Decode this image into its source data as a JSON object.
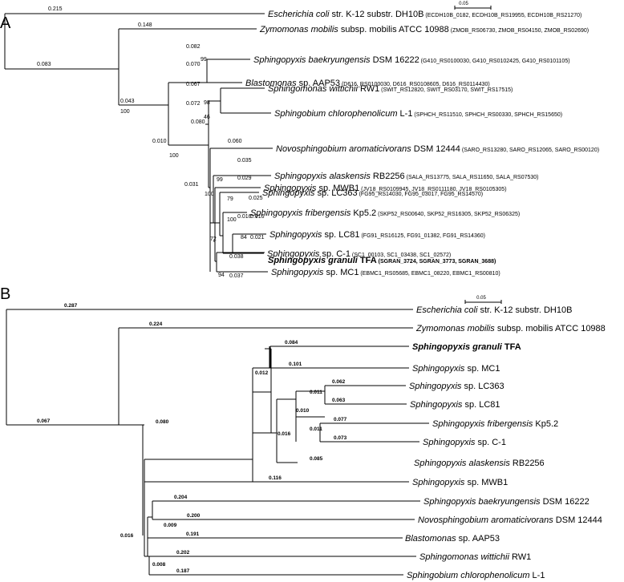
{
  "panels": {
    "a": {
      "letter": "A",
      "scale_label": "0.05",
      "taxa": {
        "ecoli": {
          "genus": "Escherichia coli",
          "strain": " str. K-12 substr. DH10B",
          "ids": " (ECDH10B_0182, ECDH10B_RS19955, ECDH10B_RS21270)"
        },
        "zmob": {
          "genus": "Zymomonas mobilis",
          "strain": " subsp. mobilis ATCC 10988",
          "ids": " (ZMOB_RS06730, ZMOB_RS04150, ZMOB_RS02690)"
        },
        "sbaek": {
          "genus": "Sphingopyxis baekryungensis",
          "strain": " DSM 16222",
          "ids": " (G410_RS0100030, G410_RS0102425, G410_RS0101105)"
        },
        "blast": {
          "genus": "Blastomonas",
          "strain": " sp. AAP53",
          "ids": " (D616_RS0100030, D616_RS0108605, D616_RS0114430)"
        },
        "switt": {
          "genus": "Sphingomonas wittichii",
          "strain": " RW1",
          "ids": " (SWIT_RS12820, SWIT_RS03170, SWIT_RS17515)"
        },
        "schlo": {
          "genus": "Sphingobium chlorophenolicum",
          "strain": " L-1",
          "ids": " (SPHCH_RS11510, SPHCH_RS00330, SPHCH_RS15650)"
        },
        "novo": {
          "genus": "Novosphingobium aromaticivorans",
          "strain": " DSM 12444",
          "ids": " (SARO_RS13280, SARO_RS12065, SARO_RS00120)"
        },
        "mwb1": {
          "genus": "Sphingopyxis",
          "strain": " sp. MWB1",
          "ids": " (JV18_RS0109945, JV18_RS0111180, JV18_RS0105305)"
        },
        "alask": {
          "genus": "Sphingopyxis alaskensis",
          "strain": " RB2256",
          "ids": " (SALA_RS13775, SALA_RS11650, SALA_RS07530)"
        },
        "lc363": {
          "genus": "Sphingopyxis",
          "strain": " sp. LC363",
          "ids": " (FG95_RS14030, FG95_03017, FG95_RS14570)"
        },
        "frib": {
          "genus": "Sphingopyxis fribergensis",
          "strain": " Kp5.2",
          "ids": " (SKP52_RS00640, SKP52_RS16305, SKP52_RS06325)"
        },
        "lc81": {
          "genus": "Sphingopyxis",
          "strain": " sp. LC81",
          "ids": " (FG91_RS16125, FG91_01382, FG91_RS14360)"
        },
        "c1": {
          "genus": "Sphingopyxis",
          "strain": " sp. C-1",
          "ids": " (SC1_00103, SC1_03438, SC1_02572)"
        },
        "granuli": {
          "genus": "Sphingopyxis granuli",
          "strain": " TFA",
          "ids": " (SGRAN_3724, SGRAN_3773, SGRAN_3688)"
        },
        "mc1": {
          "genus": "Sphingopyxis",
          "strain": " sp. MC1",
          "ids": " (EBMC1_RS05685, EBMC1_08220, EBMC1_RS00810)"
        }
      },
      "branch_lengths": {
        "ecoli": "0.215",
        "root_in": "0.083",
        "zmob": "0.148",
        "inner1": "0.043",
        "sbaek": "0.082",
        "blast": "0.070",
        "switt": "0.067",
        "schlo": "0.072",
        "novo": "0.080",
        "sphx": "0.031",
        "inner2": "0.010",
        "mwb1": "0.060",
        "alask": "0.035",
        "lc363": "0.029",
        "frib": "0.025",
        "lc81": "0.016",
        "lc81c1": "0.016",
        "c1": "0.021",
        "granuli": "0.038",
        "mc1": "0.037"
      },
      "supports": {
        "root": "100",
        "sb": "99",
        "sw": "98",
        "ssub": "46",
        "big": "100",
        "sphx": "100",
        "al": "99",
        "fr": "79",
        "fr2": "100",
        "lc": "84",
        "core": "72",
        "gr": "94"
      }
    },
    "b": {
      "letter": "B",
      "scale_label": "0.05",
      "taxa": {
        "ecoli": {
          "genus": "Escherichia coli",
          "strain": " str. K-12 substr. DH10B"
        },
        "zmob": {
          "genus": "Zymomonas mobilis",
          "strain": " subsp. mobilis ATCC 10988"
        },
        "granuli": {
          "genus": "Sphingopyxis granuli",
          "strain": " TFA"
        },
        "mc1": {
          "genus": "Sphingopyxis",
          "strain": " sp. MC1"
        },
        "lc363": {
          "genus": "Sphingopyxis",
          "strain": " sp. LC363"
        },
        "lc81": {
          "genus": "Sphingopyxis",
          "strain": " sp. LC81"
        },
        "frib": {
          "genus": "Sphingopyxis fribergensis",
          "strain": " Kp5.2"
        },
        "c1": {
          "genus": "Sphingopyxis",
          "strain": " sp. C-1"
        },
        "alask": {
          "genus": "Sphingopyxis alaskensis",
          "strain": " RB2256"
        },
        "mwb1": {
          "genus": "Sphingopyxis",
          "strain": " sp. MWB1"
        },
        "sbaek": {
          "genus": "Sphingopyxis baekryungensis",
          "strain": " DSM 16222"
        },
        "novo": {
          "genus": "Novosphingobium aromaticivorans",
          "strain": " DSM 12444"
        },
        "blast": {
          "genus": "Blastomonas",
          "strain": " sp. AAP53"
        },
        "switt": {
          "genus": "Sphingomonas wittichii",
          "strain": " RW1"
        },
        "schlo": {
          "genus": "Sphingobium chlorophenolicum",
          "strain": " L-1"
        }
      },
      "branch_lengths": {
        "ecoli": "0.287",
        "root_in": "0.067",
        "zmob": "0.224",
        "granuli": "0.084",
        "mc1": "0.101",
        "in012": "0.012",
        "lc363": "0.062",
        "lc81": "0.063",
        "in011a": "0.011",
        "frib": "0.077",
        "c1": "0.073",
        "in011b": "0.011",
        "in010": "0.010",
        "alask": "0.085",
        "in016": "0.016",
        "mwb1": "0.116",
        "sphx": "0.080",
        "sbaek": "0.204",
        "novo": "0.200",
        "blast": "0.191",
        "in009": "0.009",
        "switt": "0.202",
        "schlo": "0.187",
        "in008": "0.008",
        "in016b": "0.016"
      }
    }
  }
}
